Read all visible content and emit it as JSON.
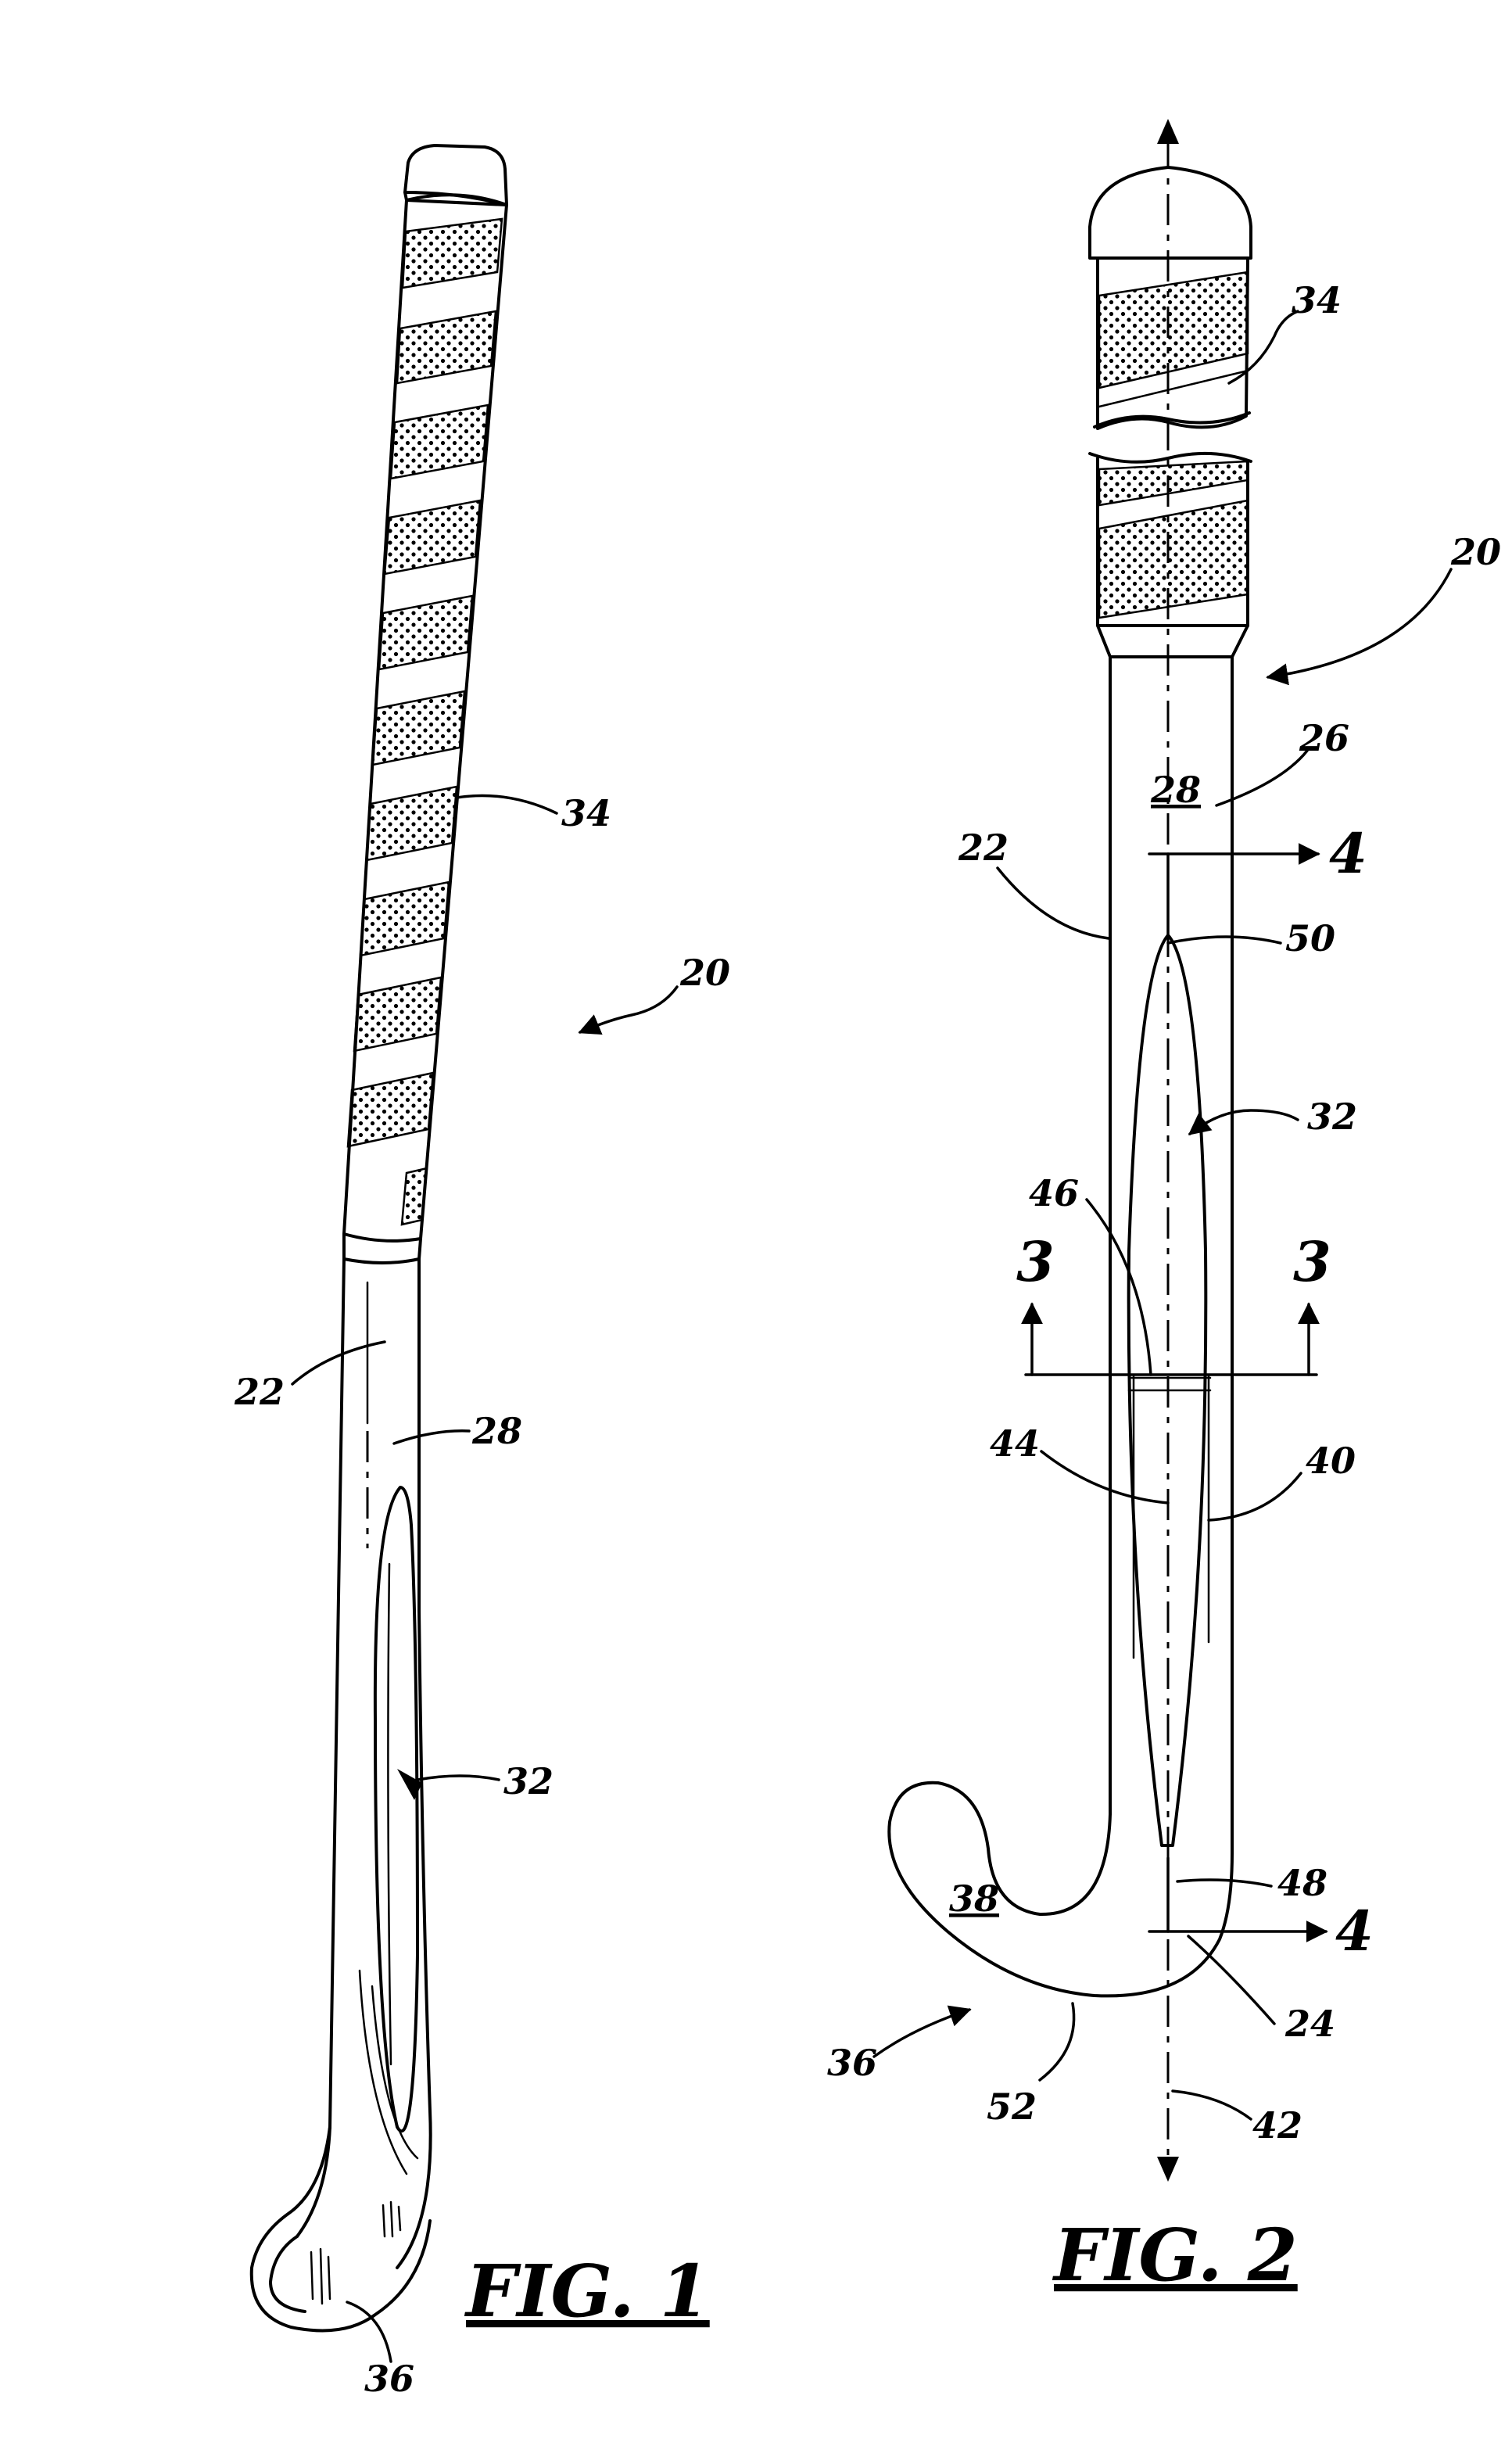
{
  "figures": [
    {
      "label": "FIG. 1",
      "refs": {
        "grip": "34",
        "stick": "20",
        "shaft": "22",
        "face": "28",
        "channel": "32",
        "toe": "36"
      }
    },
    {
      "label": "FIG. 2",
      "refs": {
        "grip": "34",
        "stick": "20",
        "edge": "26",
        "face": "28",
        "shaft": "22",
        "channel_end_top": "50",
        "channel": "32",
        "line_46": "46",
        "line_44": "44",
        "channel_side": "40",
        "head_face": "38",
        "channel_end_bottom": "48",
        "heel": "24",
        "toe": "36",
        "toe_edge": "52",
        "axis": "42"
      },
      "sections": {
        "section_3_left": "3",
        "section_3_right": "3",
        "section_4_top": "4",
        "section_4_bottom": "4"
      }
    }
  ]
}
